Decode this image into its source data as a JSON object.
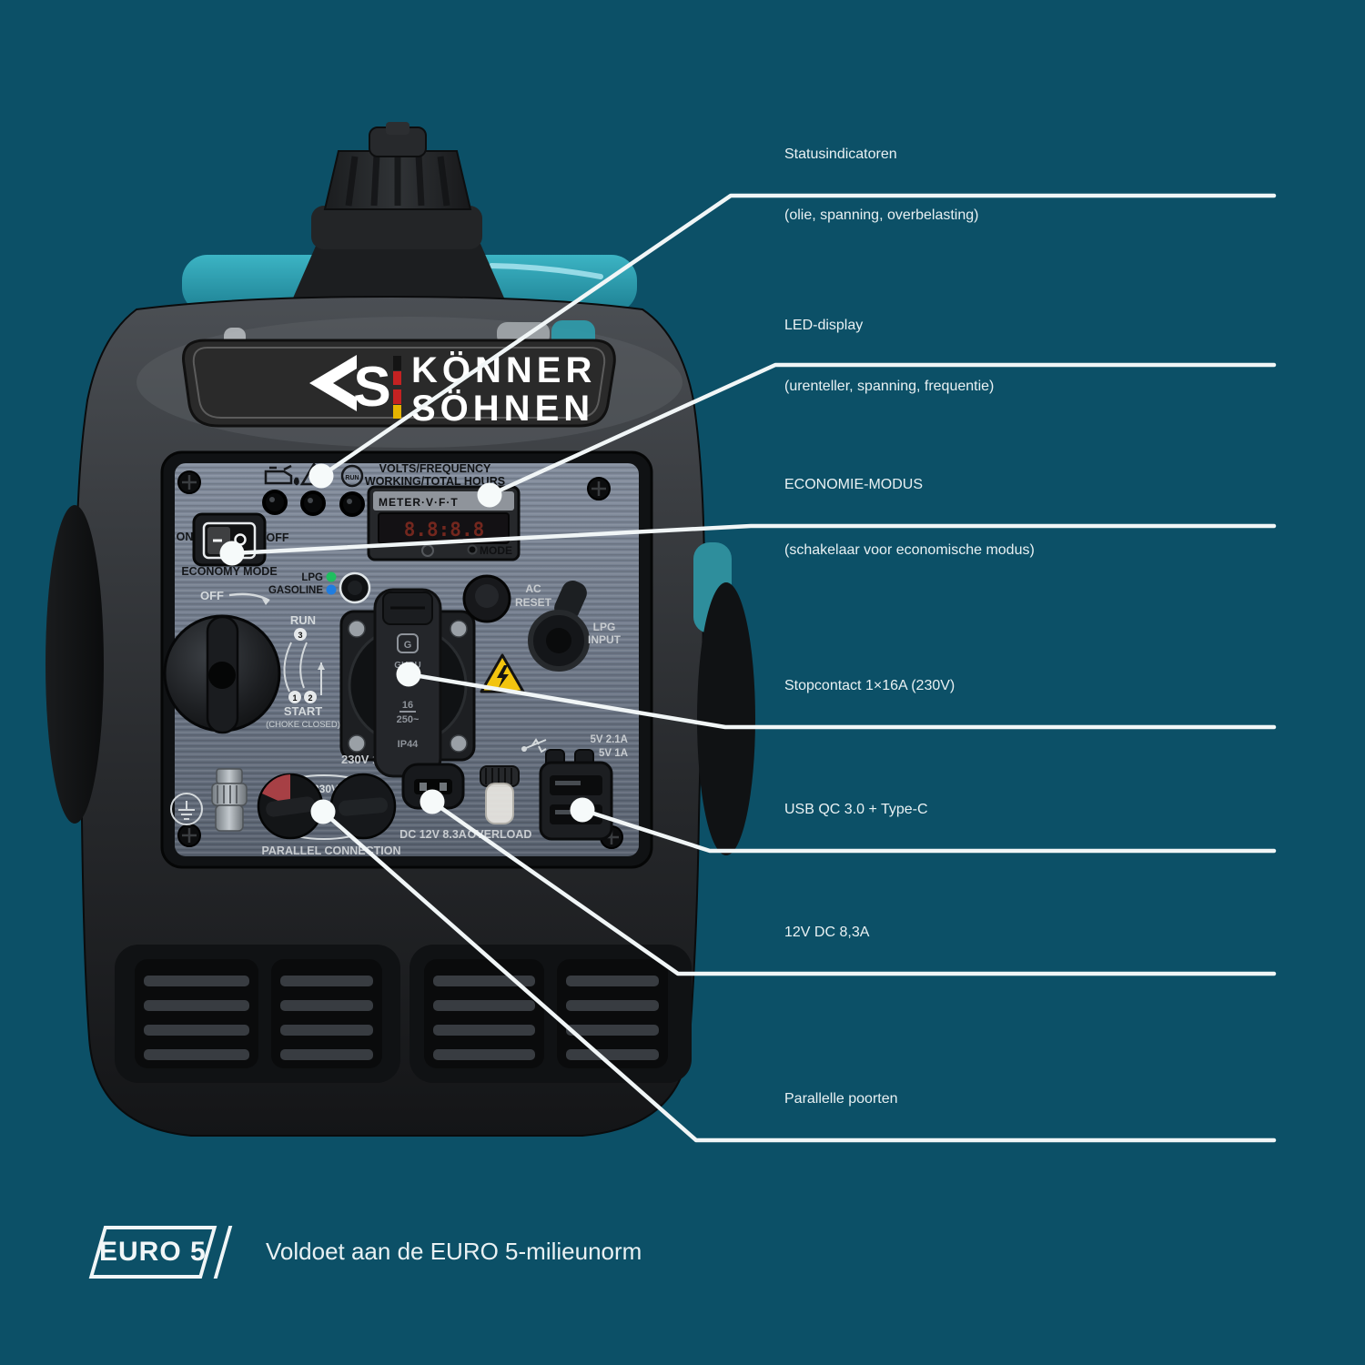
{
  "colors": {
    "bg": "#0c5067",
    "line": "#f1f6f7",
    "text": "#e9f1f3",
    "accent": "#2fa7b5",
    "lpg_dot": "#1fbf5f",
    "gasoline_dot": "#1f7de0",
    "warning_yellow": "#f2c40f"
  },
  "callouts": {
    "status": {
      "title": "Statusindicatoren",
      "subtitle": "(olie, spanning, overbelasting)"
    },
    "led": {
      "title": "LED-display",
      "subtitle": "(urenteller, spanning, frequentie)"
    },
    "eco": {
      "title": "ECONOMIE-MODUS",
      "subtitle": "(schakelaar voor economische modus)"
    },
    "socket": {
      "title": "Stopcontact 1×16A (230V)"
    },
    "usb": {
      "title": "USB QC 3.0 + Type-C"
    },
    "dc": {
      "title": "12V DC 8,3A"
    },
    "parallel": {
      "title": "Parallelle poorten"
    }
  },
  "badge": {
    "label": "EURO 5",
    "text": "Voldoet aan de EURO 5-milieunorm"
  },
  "logo": {
    "monogram": "S",
    "line1": "KÖNNER",
    "line2": "SÖHNEN"
  },
  "panel": {
    "volts1": "VOLTS/FREQUENCY",
    "volts2": "WORKING/TOTAL HOURS",
    "meter_title": "METER·V·F·T",
    "meter_digits": "8.8:8.8",
    "mode": "MODE",
    "run_icon": "RUN",
    "on": "ON",
    "off": "OFF",
    "economy_mode": "ECONOMY MODE",
    "lpg": "LPG",
    "gasoline": "GASOLINE",
    "dial_off": "OFF",
    "dial_run": "RUN",
    "dial_start": "START",
    "dial_choke": "(CHOKE CLOSED)",
    "step1": "1",
    "step2": "2",
    "step3": "3",
    "socket_ghcu": "GHCU",
    "socket_g": "G",
    "socket_rating_top": "16",
    "socket_rating_bottom": "250~",
    "socket_ip": "IP44",
    "socket_label": "230V 16A",
    "ac1": "AC",
    "ac2": "RESET",
    "lpg_input1": "LPG",
    "lpg_input2": "INPUT",
    "usb_a": "5V 2.1A",
    "usb_c": "5V 1A",
    "dc_label": "DC 12V 8.3A",
    "overload": "OVERLOAD",
    "parallel_v": "230V",
    "parallel_label": "PARALLEL CONNECTION"
  }
}
